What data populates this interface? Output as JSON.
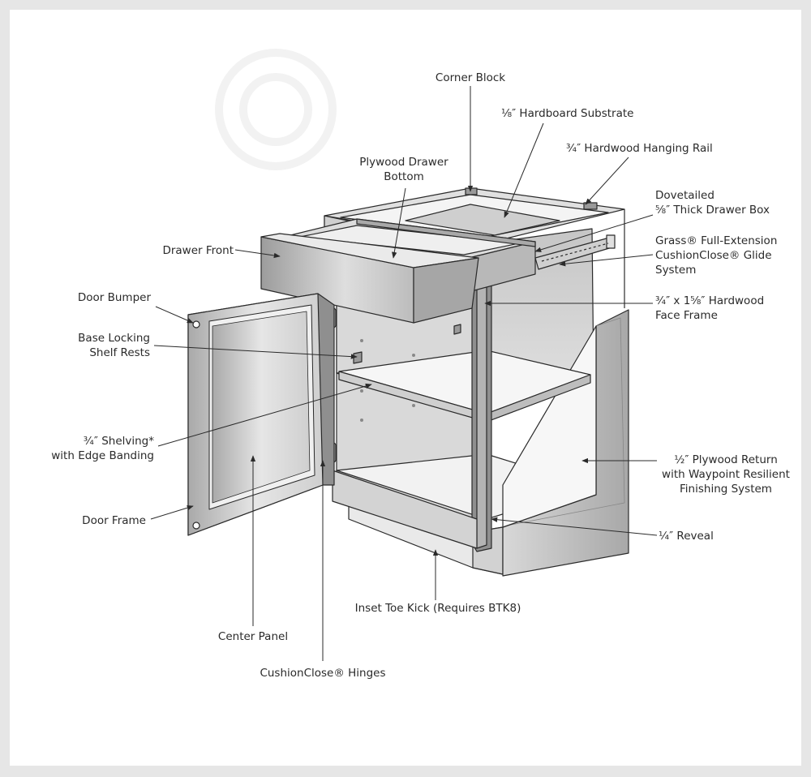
{
  "colors": {
    "background": "#e6e6e6",
    "sheet": "#ffffff",
    "line": "#2a2a2a",
    "panel_light": "#eeeeee",
    "panel_mid": "#c9c9c9",
    "panel_dark": "#9a9a9a"
  },
  "labels": {
    "corner_block": "Corner Block",
    "hardboard": "⅛″ Hardboard Substrate",
    "hanging_rail": "¾″ Hardwood Hanging Rail",
    "drawer_bottom_1": "Plywood Drawer",
    "drawer_bottom_2": "Bottom",
    "drawer_box_1": "Dovetailed",
    "drawer_box_2": "⅝″ Thick Drawer Box",
    "drawer_front": "Drawer Front",
    "glide_1": "Grass® Full-Extension",
    "glide_2": "CushionClose® Glide",
    "glide_3": "System",
    "door_bumper": "Door Bumper",
    "face_frame_1": "¾″ x 1⅝″ Hardwood",
    "face_frame_2": "Face Frame",
    "shelf_rests_1": "Base Locking",
    "shelf_rests_2": "Shelf Rests",
    "shelving_1": "¾″ Shelving*",
    "shelving_2": "with Edge Banding",
    "plywood_return_1": "½″ Plywood Return",
    "plywood_return_2": "with Waypoint Resilient",
    "plywood_return_3": "Finishing System",
    "door_frame": "Door Frame",
    "reveal": "¼″ Reveal",
    "toe_kick": "Inset Toe Kick (Requires BTK8)",
    "center_panel": "Center Panel",
    "hinges": "CushionClose® Hinges"
  }
}
